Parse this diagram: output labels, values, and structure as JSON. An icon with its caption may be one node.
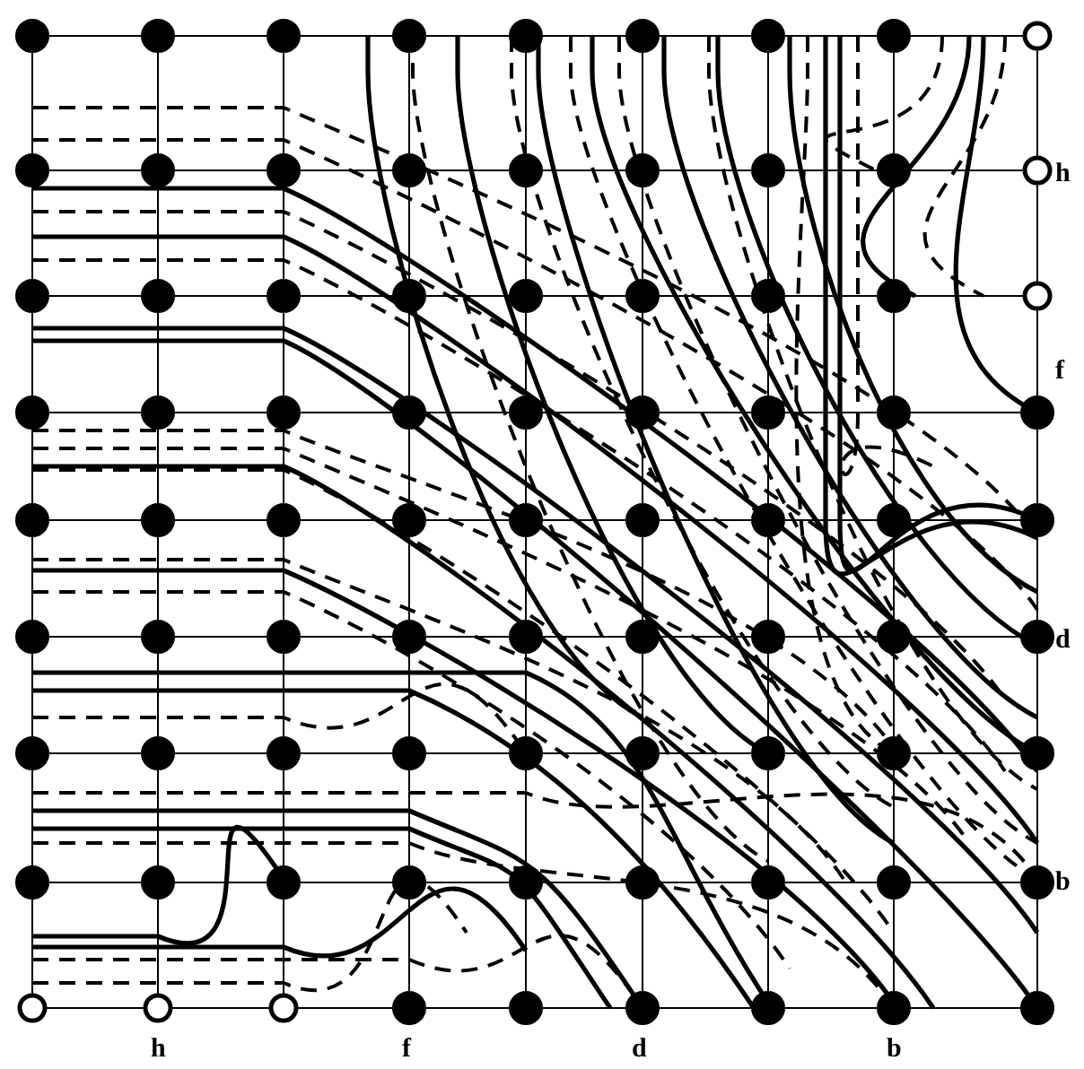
{
  "diagram": {
    "labels": [
      "h",
      "f",
      "d",
      "b",
      "h",
      "f",
      "d",
      "b"
    ]
  }
}
